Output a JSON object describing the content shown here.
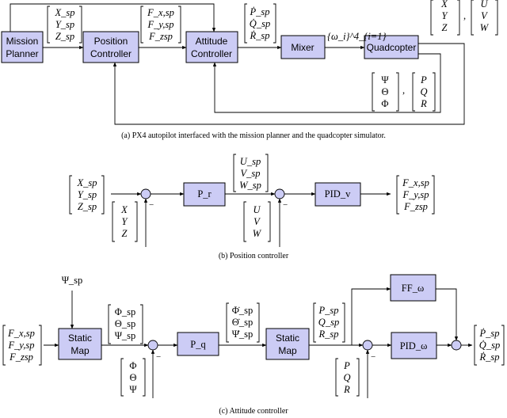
{
  "blocks": {
    "mission_planner": [
      "Mission",
      "Planner"
    ],
    "position_controller": [
      "Position",
      "Controller"
    ],
    "attitude_controller": [
      "Attitude",
      "Controller"
    ],
    "mixer": "Mixer",
    "quadcopter": "Quadcopter",
    "p_r": "P_r",
    "pid_v": "PID_v",
    "static_map": [
      "Static",
      "Map"
    ],
    "p_q": "P_q",
    "ff_omega": "FF_ω",
    "pid_omega": "PID_ω"
  },
  "vectors": {
    "pos_sp": [
      "X_sp",
      "Y_sp",
      "Z_sp"
    ],
    "force_sp": [
      "F_x,sp",
      "F_y,sp",
      "F_zsp"
    ],
    "rate_dot_sp": [
      "Ṗ_sp",
      "Q̇_sp",
      "Ṙ_sp"
    ],
    "rotor_speeds": "{ω_i}^4_{i=1}",
    "pos": [
      "X",
      "Y",
      "Z"
    ],
    "vel": [
      "U",
      "V",
      "W"
    ],
    "att": [
      "Ψ",
      "Θ",
      "Φ"
    ],
    "rates": [
      "P",
      "Q",
      "R"
    ],
    "vel_sp": [
      "U_sp",
      "V_sp",
      "W_sp"
    ],
    "psi_sp": "Ψ_sp",
    "att_sp": [
      "Φ_sp",
      "Θ_sp",
      "Ψ_sp"
    ],
    "att_dot_sp": [
      "Φ̇_sp",
      "Θ̇_sp",
      "Ψ̇_sp"
    ],
    "rates_sp": [
      "P_sp",
      "Q_sp",
      "R_sp"
    ],
    "att_fb": [
      "Φ",
      "Θ",
      "Ψ"
    ]
  },
  "signs": {
    "minus": "−"
  },
  "captions": {
    "a": "(a)  PX4 autopilot interfaced with the mission planner and the quadcopter simulator.",
    "b": "(b) Position controller",
    "c": "(c) Attitude controller"
  }
}
